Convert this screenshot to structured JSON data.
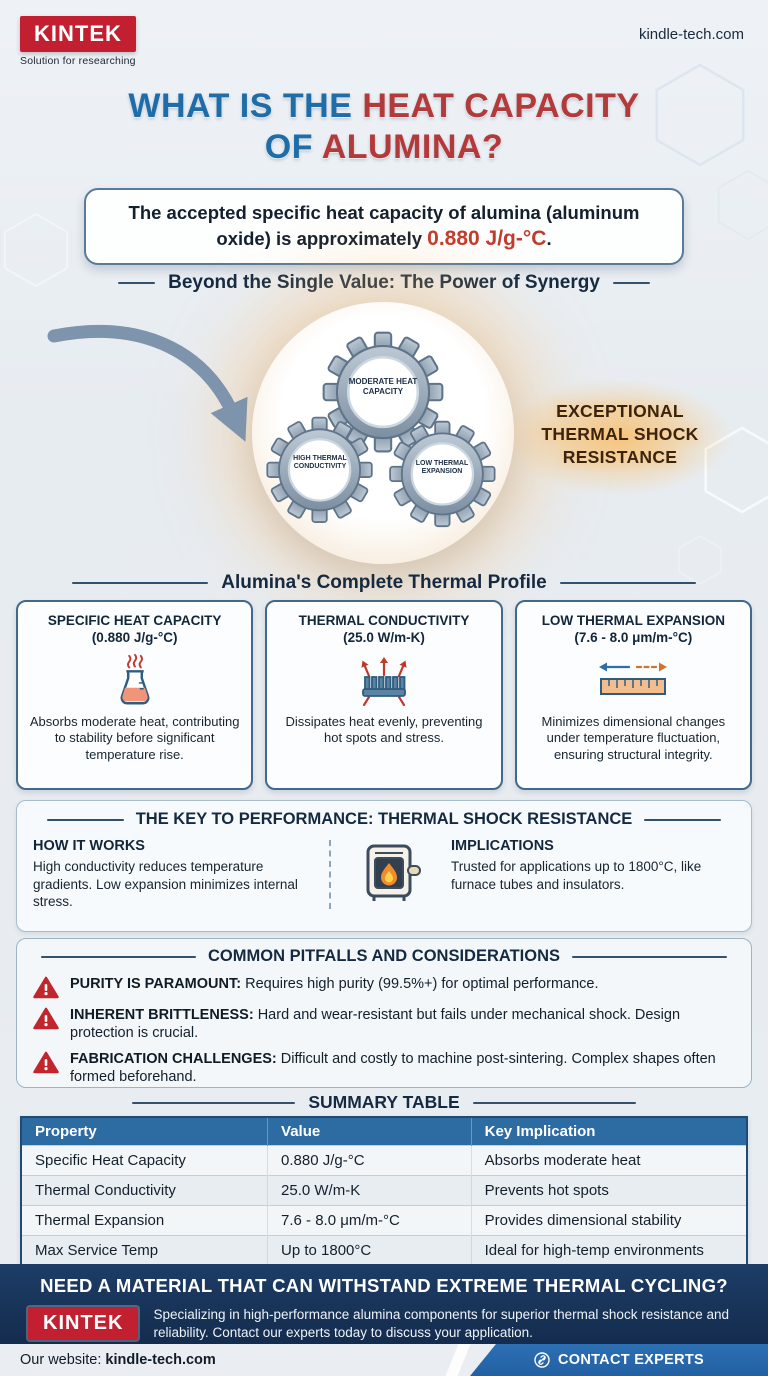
{
  "colors": {
    "brand_red": "#c22031",
    "title_blue": "#1f6da8",
    "title_red": "#b23a3a",
    "navy_text": "#152a40",
    "table_header_blue": "#2d6ba3",
    "footer_navy": "#17345a",
    "warning_red": "#c0262c",
    "highlight_red": "#c23b2e"
  },
  "header": {
    "logo": "KINTEK",
    "tagline": "Solution for researching",
    "website": "kindle-tech.com"
  },
  "title": {
    "line1_blue": "WHAT IS THE",
    "line1_red": "HEAT CAPACITY",
    "line2_blue": "OF",
    "line2_red": "ALUMINA?"
  },
  "intro": {
    "text": "The accepted specific heat capacity of alumina (aluminum oxide) is approximately",
    "value": "0.880 J/g-°C",
    "suffix": "."
  },
  "synergy": {
    "heading": "Beyond the Single Value: The Power of Synergy",
    "gears": [
      {
        "label": "MODERATE HEAT CAPACITY"
      },
      {
        "label": "HIGH THERMAL CONDUCTIVITY"
      },
      {
        "label": "LOW THERMAL EXPANSION"
      }
    ],
    "result": "EXCEPTIONAL THERMAL SHOCK RESISTANCE"
  },
  "profile": {
    "heading": "Alumina's Complete Thermal Profile",
    "cards": [
      {
        "title": "SPECIFIC HEAT CAPACITY",
        "subtitle": "(0.880 J/g-°C)",
        "icon": "beaker-icon",
        "description": "Absorbs moderate heat, contributing to stability before significant temperature rise."
      },
      {
        "title": "THERMAL CONDUCTIVITY",
        "subtitle": "(25.0 W/m-K)",
        "icon": "heatsink-icon",
        "description": "Dissipates heat evenly, preventing hot spots and stress."
      },
      {
        "title": "LOW THERMAL EXPANSION",
        "subtitle": "(7.6 - 8.0 μm/m-°C)",
        "icon": "ruler-icon",
        "description": "Minimizes dimensional changes under temperature fluctuation, ensuring structural integrity."
      }
    ]
  },
  "key_performance": {
    "heading": "THE KEY TO PERFORMANCE: THERMAL SHOCK RESISTANCE",
    "how_it_works_title": "HOW IT WORKS",
    "how_it_works_text": "High conductivity reduces temperature gradients. Low expansion minimizes internal stress.",
    "icon": "furnace-icon",
    "implications_title": "IMPLICATIONS",
    "implications_text": "Trusted for applications up to 1800°C, like furnace tubes and insulators."
  },
  "pitfalls": {
    "heading": "COMMON PITFALLS AND CONSIDERATIONS",
    "items": [
      {
        "label": "PURITY IS PARAMOUNT:",
        "text": "Requires high purity (99.5%+) for optimal performance."
      },
      {
        "label": "INHERENT BRITTLENESS:",
        "text": "Hard and wear-resistant but fails under mechanical shock. Design protection is crucial."
      },
      {
        "label": "FABRICATION CHALLENGES:",
        "text": "Difficult and costly to machine post-sintering. Complex shapes often formed beforehand."
      }
    ]
  },
  "summary_table": {
    "heading": "SUMMARY TABLE",
    "columns": [
      "Property",
      "Value",
      "Key Implication"
    ],
    "rows": [
      [
        "Specific Heat Capacity",
        "0.880 J/g-°C",
        "Absorbs moderate heat"
      ],
      [
        "Thermal Conductivity",
        "25.0 W/m-K",
        "Prevents hot spots"
      ],
      [
        "Thermal Expansion",
        "7.6 - 8.0 μm/m-°C",
        "Provides dimensional stability"
      ],
      [
        "Max Service Temp",
        "Up to 1800°C",
        "Ideal for high-temp environments"
      ]
    ]
  },
  "footer": {
    "headline": "NEED A MATERIAL THAT CAN WITHSTAND EXTREME THERMAL CYCLING?",
    "logo": "KINTEK",
    "text": "Specializing in high-performance alumina components for superior thermal shock resistance and reliability. Contact our experts today to discuss your application.",
    "website_label": "Our website:",
    "website": "kindle-tech.com",
    "contact_button": "CONTACT EXPERTS"
  },
  "icons": {
    "card1": "beaker-icon",
    "card2": "heatsink-icon",
    "card3": "ruler-icon",
    "key": "furnace-icon",
    "pitfall": "warning-icon",
    "contact": "link-icon"
  }
}
